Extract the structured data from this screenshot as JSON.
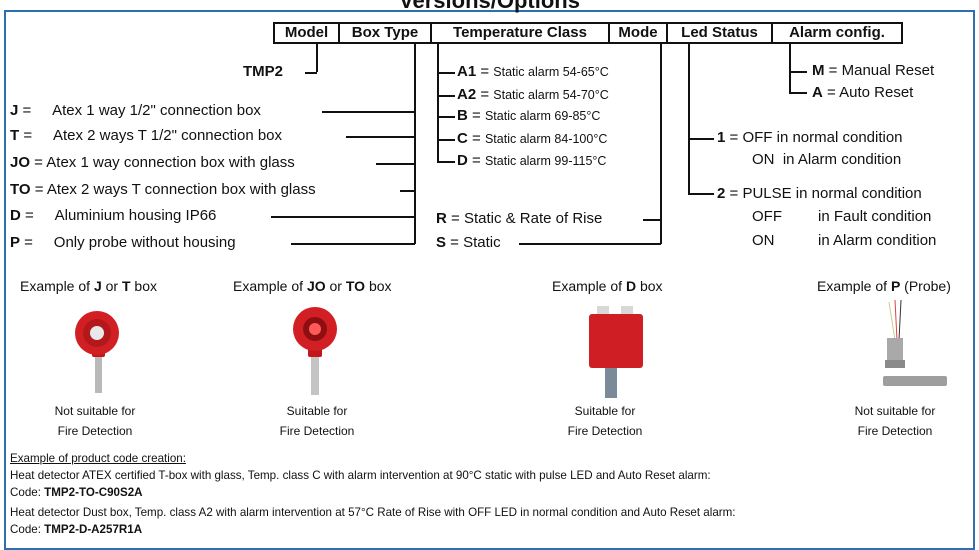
{
  "title": "Versions/Options",
  "headers": [
    "Model",
    "Box Type",
    "Temperature Class",
    "Mode",
    "Led Status",
    "Alarm config."
  ],
  "model": "TMP2",
  "box_types": [
    {
      "code": "J",
      "sep": " =",
      "desc": "Atex 1 way 1/2\" connection box"
    },
    {
      "code": "T",
      "sep": " =",
      "desc": "Atex 2 ways T 1/2\" connection box"
    },
    {
      "code": "JO",
      "sep": " =",
      "desc": "Atex 1 way connection box with glass"
    },
    {
      "code": "TO",
      "sep": " =",
      "desc": "Atex 2 ways T connection box with glass"
    },
    {
      "code": "D",
      "sep": " =",
      "desc": "Aluminium housing IP66"
    },
    {
      "code": "P",
      "sep": " =",
      "desc": "Only probe without housing"
    }
  ],
  "temp_classes": [
    {
      "code": "A1",
      "desc": "Static alarm 54-65°C"
    },
    {
      "code": "A2",
      "desc": "Static alarm 54-70°C"
    },
    {
      "code": "B",
      "desc": "Static alarm 69-85°C"
    },
    {
      "code": "C",
      "desc": "Static alarm 84-100°C"
    },
    {
      "code": "D",
      "desc": "Static alarm 99-115°C"
    }
  ],
  "modes": [
    {
      "code": "R",
      "desc": "Static & Rate of Rise"
    },
    {
      "code": "S",
      "desc": "Static"
    }
  ],
  "led": {
    "opt1_code": "1",
    "opt1_line1": "OFF in normal condition",
    "opt1_line2a": "ON",
    "opt1_line2b": "in Alarm condition",
    "opt2_code": "2",
    "opt2_line1": "PULSE in normal condition",
    "opt2_line2a": "OFF",
    "opt2_line2b": "in Fault condition",
    "opt2_line3a": "ON",
    "opt2_line3b": "in Alarm condition"
  },
  "alarm": [
    {
      "code": "M",
      "desc": "Manual Reset"
    },
    {
      "code": "A",
      "desc": "Auto Reset"
    }
  ],
  "examples": {
    "jt": {
      "pre": "Example of ",
      "c1": "J",
      "mid": " or ",
      "c2": "T",
      "post": " box",
      "note1": "Not suitable for",
      "note2": "Fire Detection"
    },
    "joto": {
      "pre": "Example of ",
      "c1": "JO",
      "mid": " or ",
      "c2": "TO",
      "post": " box",
      "note1": "Suitable for",
      "note2": "Fire Detection"
    },
    "d": {
      "pre": "Example of ",
      "c1": "D",
      "post": " box",
      "note1": "Suitable for",
      "note2": "Fire Detection"
    },
    "p": {
      "pre": "Example of ",
      "c1": "P",
      "post": " (Probe)",
      "note1": "Not suitable for",
      "note2": "Fire Detection"
    }
  },
  "creation": {
    "heading": "Example of product code creation:",
    "ex1_text": "Heat detector ATEX certified T-box with glass, Temp. class C with alarm intervention at 90°C static with pulse LED and Auto Reset alarm:",
    "ex1_code_label": "Code: ",
    "ex1_code": "TMP2-TO-C90S2A",
    "ex2_text": "Heat detector Dust box, Temp. class A2 with alarm intervention at 57°C Rate of Rise with OFF LED in normal condition and Auto Reset alarm:",
    "ex2_code_label": "Code: ",
    "ex2_code": "TMP2-D-A257R1A"
  }
}
